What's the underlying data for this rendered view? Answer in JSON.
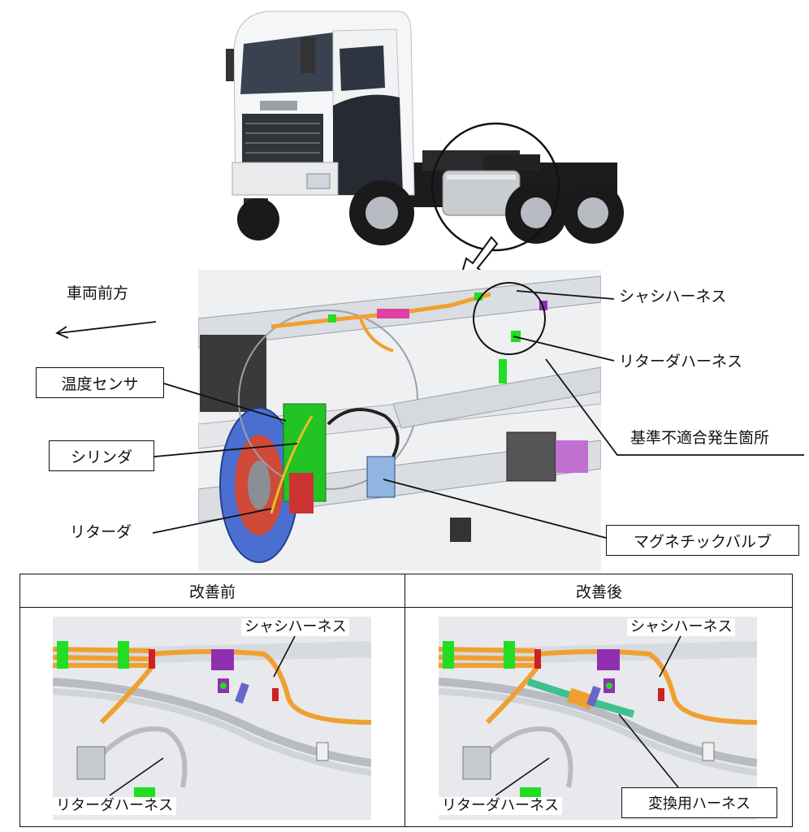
{
  "callouts": {
    "vehicle_front": "車両前方",
    "chassis_harness": "シャシハーネス",
    "retarder_harness": "リターダハーネス",
    "nonconformity_location": "基準不適合発生箇所",
    "temperature_sensor": "温度センサ",
    "cylinder": "シリンダ",
    "retarder": "リターダ",
    "magnetic_valve": "マグネチックバルブ"
  },
  "comparison": {
    "before": {
      "header": "改善前",
      "chassis_harness": "シャシハーネス",
      "retarder_harness": "リターダハーネス"
    },
    "after": {
      "header": "改善後",
      "chassis_harness": "シャシハーネス",
      "retarder_harness": "リターダハーネス",
      "conversion_harness": "変換用ハーネス"
    }
  },
  "colors": {
    "harness_orange": "#f0a030",
    "connector_green": "#22dd22",
    "connector_purple": "#9030b0",
    "retarder_blue": "#4a6fd0",
    "conversion_green": "#40c090",
    "cab_white": "#f4f6f8",
    "chassis_black": "#1c1c1e"
  }
}
